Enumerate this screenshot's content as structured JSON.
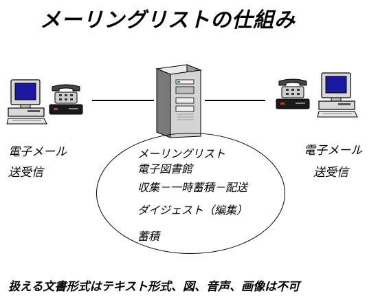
{
  "title": "メーリングリストの仕組み",
  "left_client": {
    "line1": "電子メール",
    "line2": "送受信"
  },
  "right_client": {
    "line1": "電子メール",
    "line2": "送受信"
  },
  "server_functions": {
    "line1": "メーリングリスト",
    "line2": "電子図書館",
    "line3": "収集－一時蓄積－配送",
    "line4": "ダイジェスト（編集）",
    "line5": "蓄積"
  },
  "footer": "扱える文書形式はテキスト形式、図、音声、画像は不可",
  "icons": [
    "desktop-computer-icon",
    "telephone-modem-icon",
    "server-tower-icon"
  ]
}
